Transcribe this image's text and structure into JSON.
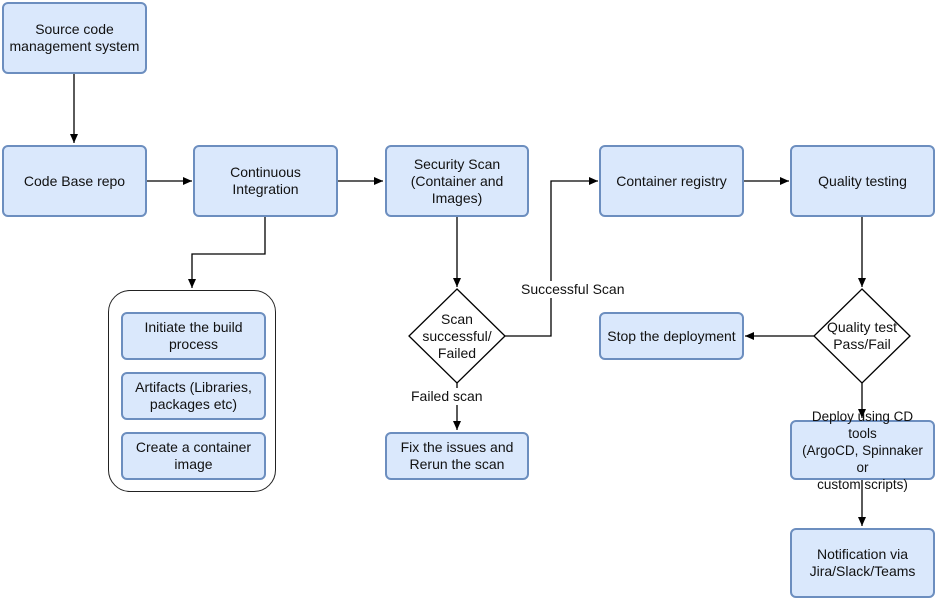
{
  "nodes": {
    "source_code": "Source code\nmanagement system",
    "code_base_repo": "Code Base repo",
    "continuous_integration": "Continuous\nIntegration",
    "security_scan": "Security Scan\n(Container and\nImages)",
    "container_registry": "Container registry",
    "quality_testing": "Quality testing",
    "initiate_build": "Initiate the build\nprocess",
    "artifacts": "Artifacts (Libraries,\npackages etc)",
    "create_container": "Create a container\nimage",
    "fix_issues": "Fix the issues and\nRerun the scan",
    "stop_deployment": "Stop the deployment",
    "deploy_cd": "Deploy using CD tools\n(ArgoCD, Spinnaker or\ncustom scripts)",
    "notification": "Notification via\nJira/Slack/Teams"
  },
  "decisions": {
    "scan_result": "Scan\nsuccessful/\nFailed",
    "quality_result": "Quality test\nPass/Fail"
  },
  "edge_labels": {
    "successful_scan": "Successful Scan",
    "failed_scan": "Failed scan"
  },
  "colors": {
    "node_fill": "#dae8fc",
    "node_border": "#6c8ebf",
    "edge": "#000000"
  }
}
